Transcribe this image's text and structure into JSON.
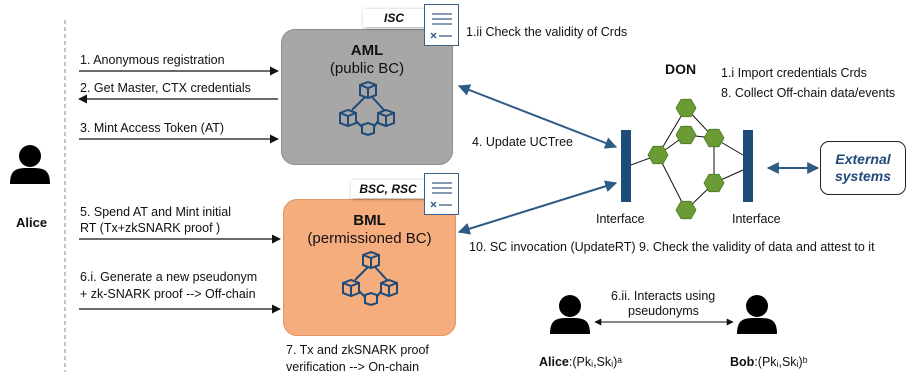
{
  "left_actor": {
    "name": "Alice"
  },
  "steps": {
    "s1": "1. Anonymous registration",
    "s2": "2. Get Master, CTX credentials",
    "s3": "3. Mint Access Token (AT)",
    "s5_line1": "5. Spend AT and Mint initial",
    "s5_line2": "RT (Tx+zkSNARK proof )",
    "s6_line1": "6.i. Generate a new pseudonym",
    "s6_line2": "+ zk-SNARK proof  --> Off-chain",
    "s7_line1": "7. Tx and zkSNARK proof",
    "s7_line2": "verification --> On-chain",
    "s1ii": "1.ii Check the validity of Crds",
    "s4": "4. Update UCTree",
    "s10": "10. SC invocation (UpdateRT)",
    "s9": "9. Check the validity of data and attest to it",
    "s1i": "1.i Import credentials Crds",
    "s8": "8. Collect Off-chain data/events",
    "s6ii_line1": "6.ii. Interacts using",
    "s6ii_line2": "pseudonyms"
  },
  "aml": {
    "title": "AML",
    "subtitle": "(public BC)",
    "contract_tag": "ISC"
  },
  "bml": {
    "title": "BML",
    "subtitle": "(permissioned BC)",
    "contract_tag": "BSC, RSC"
  },
  "don": {
    "title": "DON",
    "interface_left": "Interface",
    "interface_right": "Interface",
    "external": {
      "line1": "External",
      "line2": "systems"
    }
  },
  "bottom_actors": {
    "alice_name": "Alice",
    "alice_keys": ":(Pkᵢ,Skᵢ)ᵃ",
    "bob_name": "Bob",
    "bob_keys": ":(Pkᵢ,Skᵢ)ᵇ"
  },
  "colors": {
    "aml_fill": "#a9a6a6",
    "bml_fill": "#f5ad7e",
    "node_green": "#6a9b34",
    "blockchain_blue": "#1e4b79",
    "arrow_blue": "#2e5a86"
  }
}
